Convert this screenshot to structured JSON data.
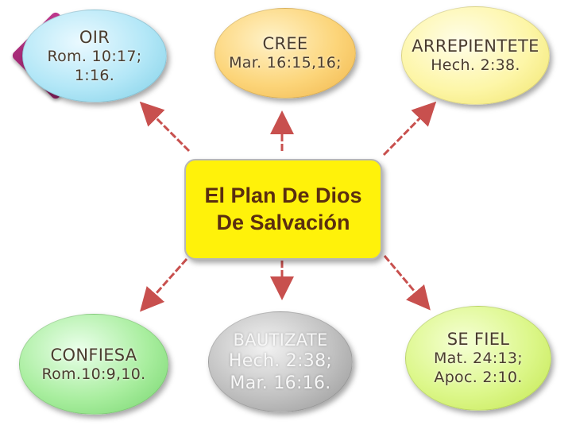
{
  "center": {
    "lines": [
      "El Plan De Dios",
      "De Salvación"
    ]
  },
  "nodes": {
    "oir": {
      "lines": [
        "OIR",
        "Rom. 10:17;",
        "1:16."
      ]
    },
    "cree": {
      "lines": [
        "CREE",
        "Mar. 16:15,16;"
      ]
    },
    "arrepientete": {
      "lines": [
        "ARREPIENTETE",
        "Hech. 2:38."
      ]
    },
    "confiesa": {
      "lines": [
        "CONFIESA",
        "Rom.10:9,10."
      ]
    },
    "bautizate": {
      "lines": [
        "BAUTIZATE",
        "Hech. 2:38;",
        "Mar. 16:16."
      ]
    },
    "sefiel": {
      "lines": [
        "SE FIEL",
        "Mat. 24:13;",
        "Apoc. 2:10."
      ]
    }
  },
  "colors": {
    "arrow": "#c8504e",
    "center_fill": "#fff20a",
    "oir": "#b3e7f7",
    "cree": "#fcd57a",
    "arrepientete": "#fdf6a8",
    "confiesa": "#a9ee9f",
    "bautizate": "#c1c1c1",
    "sefiel": "#dcf78a",
    "diamond": "#b0307e"
  }
}
